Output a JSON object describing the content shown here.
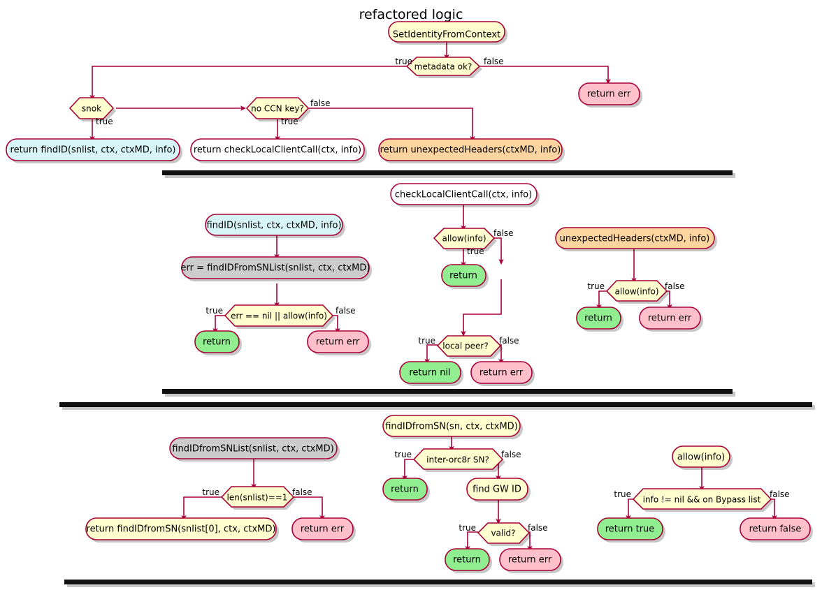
{
  "title": "refactored logic",
  "colors": {
    "border": "#A80036",
    "yellow": "#FEFECE",
    "cyan": "#D7F5F7",
    "orange": "#FCD4A0",
    "gray": "#CCCCCC",
    "green": "#90EE90",
    "pink": "#FFC0CB",
    "white": "#FFFFFF",
    "bar": "#111111",
    "text": "#000000"
  },
  "edge_labels": {
    "true": "true",
    "false": "false"
  },
  "sections": [
    {
      "id": "set-identity-from-context",
      "nodes": [
        {
          "id": "s1-start",
          "kind": "start",
          "label": "SetIdentityFromContext",
          "fill": "yellow"
        },
        {
          "id": "s1-c1",
          "kind": "condition",
          "label": "metadata ok?",
          "fill": "yellow"
        },
        {
          "id": "s1-err",
          "kind": "end",
          "label": "return err",
          "fill": "pink"
        },
        {
          "id": "s1-c2",
          "kind": "condition",
          "label": "snok",
          "fill": "yellow"
        },
        {
          "id": "s1-c3",
          "kind": "condition",
          "label": "no CCN key?",
          "fill": "yellow"
        },
        {
          "id": "s1-findid",
          "kind": "end",
          "label": "return findID(snlist, ctx, ctxMD, info)",
          "fill": "cyan"
        },
        {
          "id": "s1-check",
          "kind": "end",
          "label": "return checkLocalClientCall(ctx, info)",
          "fill": "white"
        },
        {
          "id": "s1-unexp",
          "kind": "end",
          "label": "return unexpectedHeaders(ctxMD, info)",
          "fill": "orange"
        }
      ]
    },
    {
      "id": "find-id",
      "nodes": [
        {
          "id": "s2-start",
          "kind": "start",
          "label": "findID(snlist, ctx, ctxMD, info)",
          "fill": "cyan"
        },
        {
          "id": "s2-act",
          "kind": "action",
          "label": "err = findIDFromSNList(snlist, ctx, ctxMD)",
          "fill": "gray"
        },
        {
          "id": "s2-cond",
          "kind": "condition",
          "label": "err == nil || allow(info)",
          "fill": "yellow"
        },
        {
          "id": "s2-ret",
          "kind": "end",
          "label": "return",
          "fill": "green"
        },
        {
          "id": "s2-err",
          "kind": "end",
          "label": "return err",
          "fill": "pink"
        }
      ]
    },
    {
      "id": "check-local-client-call",
      "nodes": [
        {
          "id": "s3-start",
          "kind": "start",
          "label": "checkLocalClientCall(ctx, info)",
          "fill": "white"
        },
        {
          "id": "s3-c1",
          "kind": "condition",
          "label": "allow(info)",
          "fill": "yellow"
        },
        {
          "id": "s3-ret",
          "kind": "end",
          "label": "return",
          "fill": "green"
        },
        {
          "id": "s3-c2",
          "kind": "condition",
          "label": "local peer?",
          "fill": "yellow"
        },
        {
          "id": "s3-nil",
          "kind": "end",
          "label": "return nil",
          "fill": "green"
        },
        {
          "id": "s3-err",
          "kind": "end",
          "label": "return err",
          "fill": "pink"
        }
      ]
    },
    {
      "id": "unexpected-headers",
      "nodes": [
        {
          "id": "s4-start",
          "kind": "start",
          "label": "unexpectedHeaders(ctxMD, info)",
          "fill": "orange"
        },
        {
          "id": "s4-cond",
          "kind": "condition",
          "label": "allow(info)",
          "fill": "yellow"
        },
        {
          "id": "s4-ret",
          "kind": "end",
          "label": "return",
          "fill": "green"
        },
        {
          "id": "s4-err",
          "kind": "end",
          "label": "return err",
          "fill": "pink"
        }
      ]
    },
    {
      "id": "find-id-from-sn-list",
      "nodes": [
        {
          "id": "s5-start",
          "kind": "start",
          "label": "findIDfromSNList(snlist, ctx, ctxMD)",
          "fill": "gray"
        },
        {
          "id": "s5-cond",
          "kind": "condition",
          "label": "len(snlist)==1",
          "fill": "yellow"
        },
        {
          "id": "s5-ret",
          "kind": "end",
          "label": "return findIDfromSN(snlist[0], ctx, ctxMD)",
          "fill": "yellow"
        },
        {
          "id": "s5-err",
          "kind": "end",
          "label": "return err",
          "fill": "pink"
        }
      ]
    },
    {
      "id": "find-id-from-sn",
      "nodes": [
        {
          "id": "s6-start",
          "kind": "start",
          "label": "findIDfromSN(sn, ctx, ctxMD)",
          "fill": "yellow"
        },
        {
          "id": "s6-c1",
          "kind": "condition",
          "label": "inter-orc8r SN?",
          "fill": "yellow"
        },
        {
          "id": "s6-ret1",
          "kind": "end",
          "label": "return",
          "fill": "green"
        },
        {
          "id": "s6-act",
          "kind": "action2",
          "label": "find GW ID",
          "fill": "yellow"
        },
        {
          "id": "s6-c2",
          "kind": "condition",
          "label": "valid?",
          "fill": "yellow"
        },
        {
          "id": "s6-ret2",
          "kind": "end",
          "label": "return",
          "fill": "green"
        },
        {
          "id": "s6-err",
          "kind": "end",
          "label": "return err",
          "fill": "pink"
        }
      ]
    },
    {
      "id": "allow-info",
      "nodes": [
        {
          "id": "s7-start",
          "kind": "start",
          "label": "allow(info)",
          "fill": "yellow"
        },
        {
          "id": "s7-cond",
          "kind": "condition",
          "label": "info != nil && on Bypass list",
          "fill": "yellow"
        },
        {
          "id": "s7-true",
          "kind": "end",
          "label": "return true",
          "fill": "green"
        },
        {
          "id": "s7-false",
          "kind": "end",
          "label": "return false",
          "fill": "pink"
        }
      ]
    }
  ]
}
